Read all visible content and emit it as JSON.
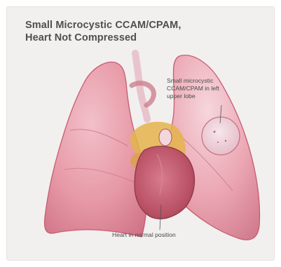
{
  "title": {
    "line1": "Small Microcystic CCAM/CPAM,",
    "line2": "Heart Not Compressed"
  },
  "annotations": {
    "ccam": {
      "line1": "Small microcystic",
      "line2": "CCAM/CPAM in left",
      "line3": "upper lobe"
    },
    "heart": {
      "line1": "Heart in normal position"
    }
  },
  "colors": {
    "panel_background": "#f2efef",
    "lung": "#e79aa7",
    "lung_outline": "#c85b70",
    "heart": "#b95064",
    "lesion": "#f0d6df",
    "fat": "#e4b44c"
  }
}
